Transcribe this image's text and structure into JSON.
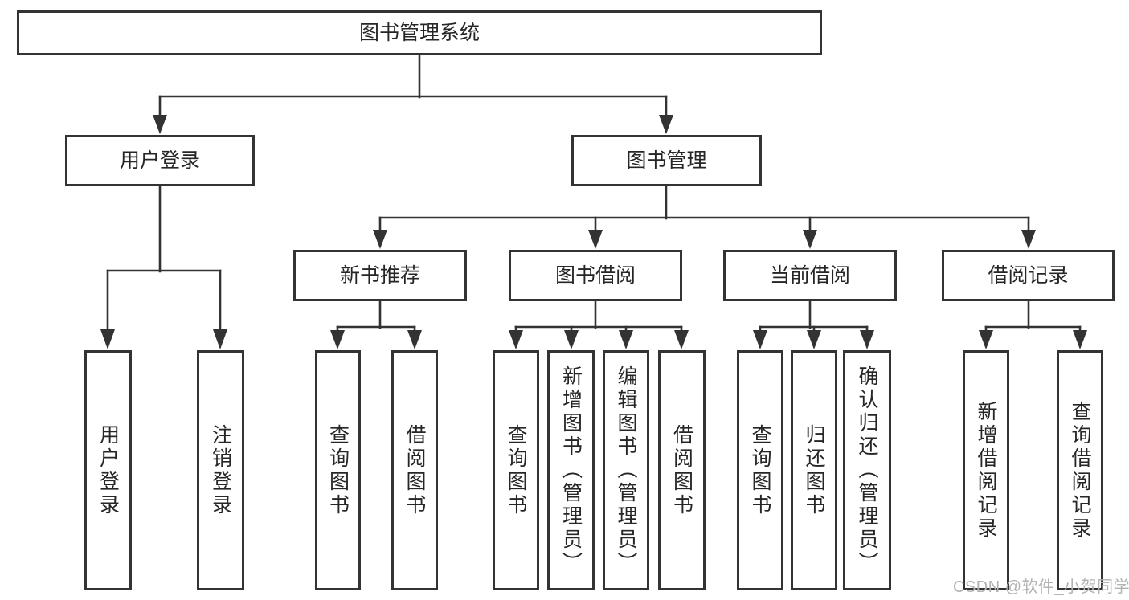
{
  "tree": {
    "label": "图书管理系统",
    "children": [
      {
        "label": "用户登录",
        "children": [
          {
            "label": "用户登录"
          },
          {
            "label": "注销登录"
          }
        ]
      },
      {
        "label": "图书管理",
        "children": [
          {
            "label": "新书推荐",
            "children": [
              {
                "label": "查询图书"
              },
              {
                "label": "借阅图书"
              }
            ]
          },
          {
            "label": "图书借阅",
            "children": [
              {
                "label": "查询图书"
              },
              {
                "label": "新增图书（管理员）"
              },
              {
                "label": "编辑图书（管理员）"
              },
              {
                "label": "借阅图书"
              }
            ]
          },
          {
            "label": "当前借阅",
            "children": [
              {
                "label": "查询图书"
              },
              {
                "label": "归还图书"
              },
              {
                "label": "确认归还（管理员）"
              }
            ]
          },
          {
            "label": "借阅记录",
            "children": [
              {
                "label": "新增借阅记录"
              },
              {
                "label": "查询借阅记录"
              }
            ]
          }
        ]
      }
    ]
  },
  "watermark": "CSDN @软件_小贺同学",
  "colors": {
    "line": "#333333",
    "box_border": "#333333",
    "text": "#262626",
    "watermark": "#b2b2b2",
    "background": "#ffffff"
  }
}
